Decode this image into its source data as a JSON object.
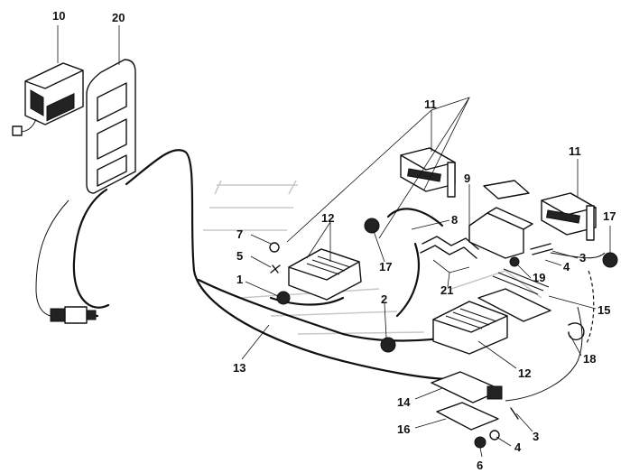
{
  "callouts": {
    "c10": "10",
    "c20": "20",
    "c11a": "11",
    "c11b": "11",
    "c9": "9",
    "c8": "8",
    "c12a": "12",
    "c12b": "12",
    "c7": "7",
    "c5": "5",
    "c1": "1",
    "c17a": "17",
    "c17b": "17",
    "c2": "2",
    "c21": "21",
    "c19": "19",
    "c4a": "4",
    "c4b": "4",
    "c3a": "3",
    "c3b": "3",
    "c15": "15",
    "c18": "18",
    "c13": "13",
    "c14": "14",
    "c16": "16",
    "c6": "6"
  }
}
